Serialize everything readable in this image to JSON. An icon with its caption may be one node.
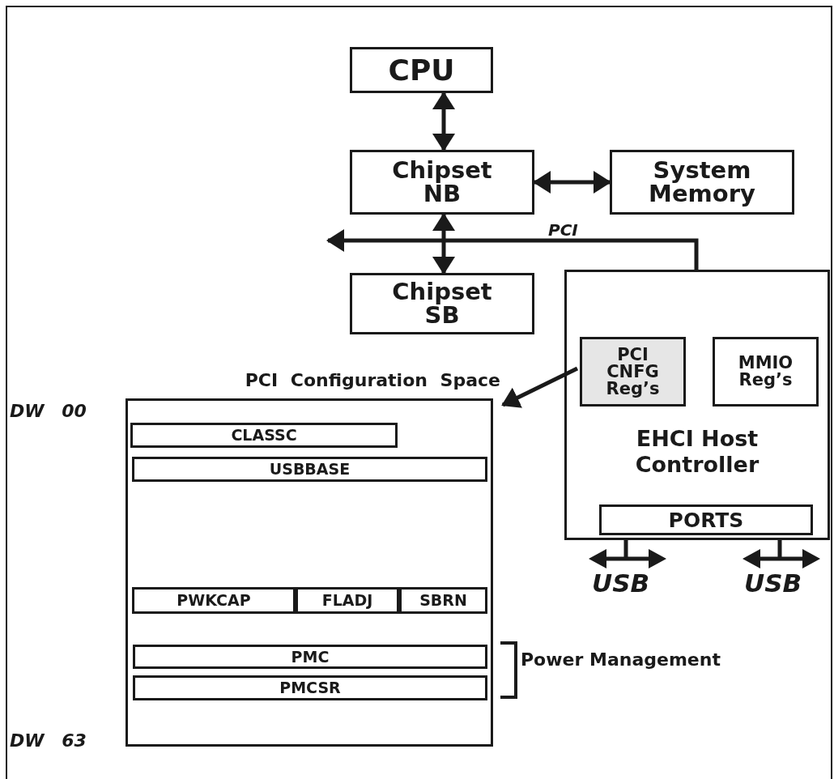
{
  "diagram": {
    "nodes": [
      {
        "text": [
          "CPU"
        ]
      },
      {
        "text": [
          "Chipset NB"
        ]
      },
      {
        "text": [
          "System Memory"
        ]
      },
      {
        "text": [
          "Chipset SB"
        ]
      },
      {
        "text": [
          "EHCI Host Controller"
        ]
      },
      {
        "text": [
          "PCI CNFG Reg’s"
        ],
        "in": 4
      },
      {
        "text": [
          "MMIO Reg’s"
        ],
        "in": 4
      },
      {
        "text": [
          "PORTS"
        ],
        "in": 4
      },
      {
        "text": [
          "PCI Configuration Space"
        ]
      },
      {
        "text": [
          "CLASSC"
        ],
        "in": 8
      },
      {
        "text": [
          "USBBASE"
        ],
        "in": 8
      },
      {
        "text": [
          "PWKCAP"
        ],
        "in": 8
      },
      {
        "text": [
          "FLADJ"
        ],
        "in": 8
      },
      {
        "text": [
          "SBRN"
        ],
        "in": 8
      },
      {
        "text": [
          "PMC"
        ],
        "in": 8
      },
      {
        "text": [
          "PMCSR"
        ],
        "in": 8
      }
    ],
    "edges": [
      {
        "from": 0,
        "to": 1,
        "arrow": "both"
      },
      {
        "from": 1,
        "to": 2,
        "arrow": "both"
      },
      {
        "from": 1,
        "to": 3,
        "arrow": "both"
      },
      {
        "from": 4,
        "to": null,
        "arrow": "to",
        "label": "PCI"
      },
      {
        "from": 5,
        "to": 8,
        "arrow": "to"
      }
    ],
    "labels": [
      "DW 00",
      "USB",
      "USB",
      "Power Management",
      "DW 63"
    ]
  }
}
